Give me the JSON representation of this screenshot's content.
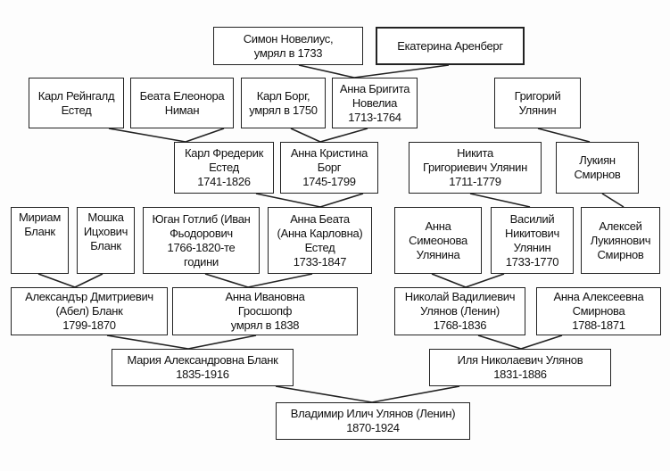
{
  "people": {
    "simon": [
      "Симон Новелиус,",
      "умрял в 1733"
    ],
    "ekaterina": [
      "Екатерина Аренберг"
    ],
    "karl_reingald": [
      "Карл Рейнгалд",
      "Естед"
    ],
    "beata_eleonora": [
      "Беата Елеонора",
      "Ниман"
    ],
    "karl_borg": [
      "Карл Борг,",
      "умрял в 1750"
    ],
    "anna_brigita": [
      "Анна Бригита",
      "Новелиа",
      "1713-1764"
    ],
    "grigoriy": [
      "Григорий",
      "Улянин"
    ],
    "karl_frederik": [
      "Карл Фредерик",
      "Естед",
      "1741-1826"
    ],
    "anna_kristina": [
      "Анна Кристина",
      "Борг",
      "1745-1799"
    ],
    "nikita": [
      "Никита",
      "Григориевич Улянин",
      "1711-1779"
    ],
    "lukiyan": [
      "Лукиян",
      "Смирнов"
    ],
    "miriam": [
      "Мириам",
      "Бланк"
    ],
    "moshka": [
      "Мошка",
      "Ицхович",
      "Бланк"
    ],
    "yugan": [
      "Юган Готлиб (Иван",
      "Фьодорович",
      "1766-1820-те",
      "години"
    ],
    "anna_beata": [
      "Анна Беата",
      "(Анна Карловна)",
      "Естед",
      "1733-1847"
    ],
    "anna_simeonova": [
      "Анна",
      "Симеонова",
      "Улянина"
    ],
    "vasiliy": [
      "Василий",
      "Никитович",
      "Улянин",
      "1733-1770"
    ],
    "aleksey": [
      "Алексей",
      "Лукиянович",
      "Смирнов"
    ],
    "aleksandar": [
      "Александър Дмитриевич",
      "(Абел) Бланк",
      "1799-1870"
    ],
    "anna_ivanovna": [
      "Анна Ивановна",
      "Гросшопф",
      "умрял в 1838"
    ],
    "nikolay": [
      "Николай Вадилиевич",
      "Улянов (Ленин)",
      "1768-1836"
    ],
    "anna_alekseevna": [
      "Анна Алексеевна",
      "Смирнова",
      "1788-1871"
    ],
    "maria": [
      "Мария Александровна Бланк",
      "1835-1916"
    ],
    "ilya": [
      "Иля Николаевич Улянов",
      "1831-1886"
    ],
    "vladimir": [
      "Владимир Илич Улянов (Ленин)",
      "1870-1924"
    ]
  }
}
